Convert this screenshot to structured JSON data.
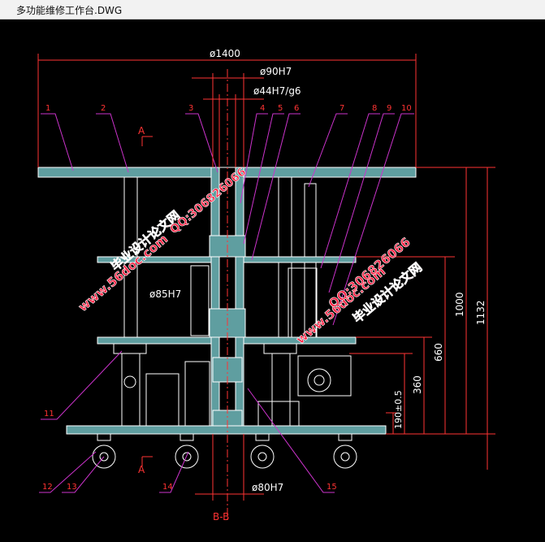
{
  "window": {
    "title": "多功能维修工作台.DWG"
  },
  "colors": {
    "background": "#000000",
    "dimension": "#ff3333",
    "outline": "#ffffff",
    "plate": "#5f9ea0",
    "leader": "#cc33cc",
    "center": "#ff3333",
    "watermark": "#ff2244"
  },
  "dimensions": {
    "overall_width": "ø1400",
    "shaft_upper": "ø90H7",
    "shaft_fit": "ø44H7/g6",
    "bore_mid": "ø85H7",
    "bore_bottom": "ø80H7",
    "height_total": "1132",
    "height_mid": "1000",
    "height_660": "660",
    "height_360": "360",
    "height_190": "190±0.5"
  },
  "section": {
    "mark": "A",
    "mark_bottom": "A",
    "view": "B-B"
  },
  "parts": [
    "1",
    "2",
    "3",
    "4",
    "5",
    "6",
    "7",
    "8",
    "9",
    "10",
    "11",
    "12",
    "13",
    "14",
    "15"
  ],
  "watermarks": {
    "site": "www.56doc.com",
    "brand": "毕业设计论文网",
    "qq": "QQ:306826066"
  }
}
